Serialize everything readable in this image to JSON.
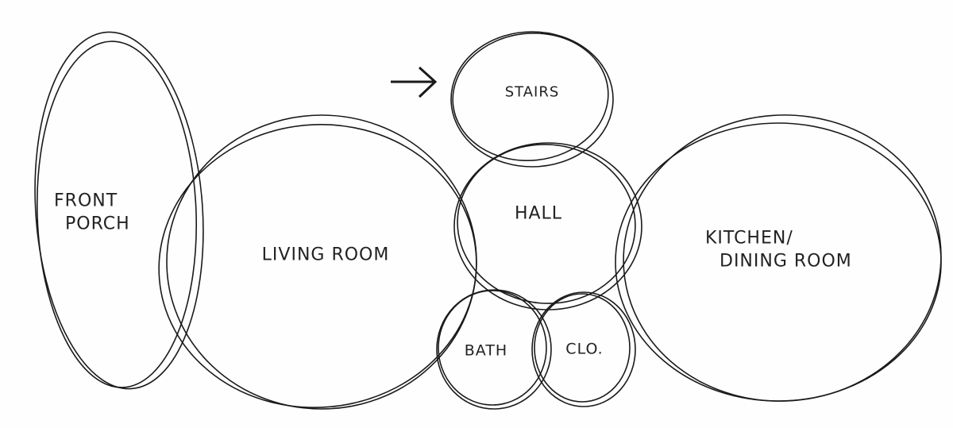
{
  "diagram": {
    "rooms": {
      "front_porch": [
        "FRONT",
        "PORCH"
      ],
      "living_room": "LIVING ROOM",
      "stairs": "STAIRS",
      "hall": "HALL",
      "bath": "BATH",
      "closet": "CLO.",
      "kitchen": [
        "KITCHEN/",
        "DINING ROOM"
      ]
    },
    "arrow_icon": "right-arrow",
    "stroke_color": "#1a1a1a"
  }
}
